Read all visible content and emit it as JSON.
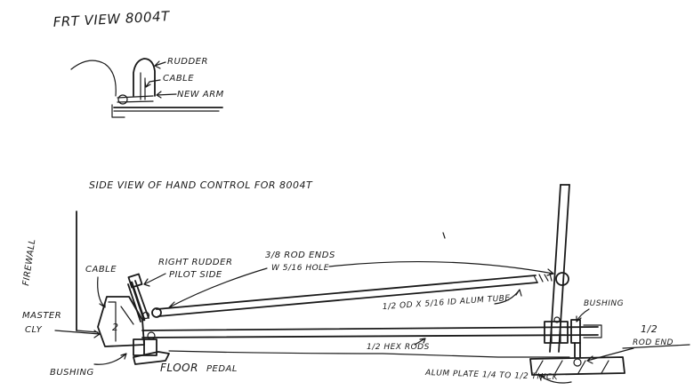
{
  "front_view": {
    "title": "FRT VIEW 8004T",
    "labels": {
      "rudder": "RUDDER",
      "cable": "CABLE",
      "new_arm": "NEW ARM"
    }
  },
  "side_view": {
    "title": "SIDE VIEW OF HAND CONTROL FOR 8004T",
    "labels": {
      "firewall": "FIREWALL",
      "cable": "CABLE",
      "master_cyl": "MASTER CLY",
      "bushing_left": "BUSHING",
      "floor": "FLOOR",
      "pedal": "PEDAL",
      "right_rudder": "RIGHT RUDDER",
      "pilot_side": "PILOT SIDE",
      "rod_ends_line1": "3/8 ROD ENDS",
      "rod_ends_line2": "W 5/16 HOLE",
      "alum_tube": "1/2 OD X 5/16 ID ALUM TUBE",
      "hex_rods": "1/2 HEX RODS",
      "bushing_right": "BUSHING",
      "rod_end_line1": "1/2",
      "rod_end_line2": "ROD END",
      "alum_plate": "ALUM PLATE 1/4 TO 1/2 THICK"
    }
  }
}
